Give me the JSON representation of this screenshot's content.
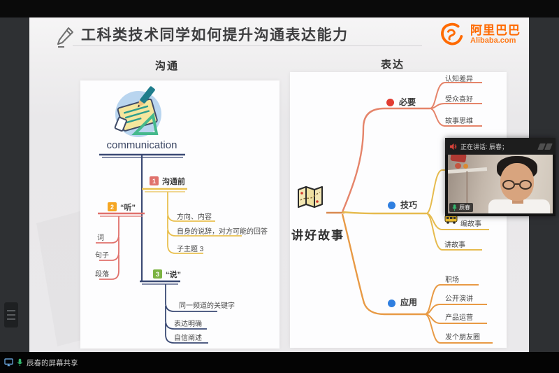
{
  "meeting": {
    "speaking_banner": "正在讲话: 辰春；",
    "speaker_badge": "辰春",
    "screen_share_label": "辰春的屏幕共享"
  },
  "slide": {
    "title": "工科类技术同学如何提升沟通表达能力",
    "logo": {
      "cn": "阿里巴巴",
      "en": "Alibaba.com"
    },
    "left_map": {
      "header": "沟通",
      "root_label": "communication",
      "branch1": {
        "badge": "1",
        "label": "沟通前",
        "child1": "方向、内容",
        "child2": "自身的说辞，对方可能的回答",
        "child3": "子主题 3"
      },
      "branch2": {
        "badge": "2",
        "label": "“听”",
        "child1": "词",
        "child2": "句子",
        "child3": "段落"
      },
      "branch3": {
        "badge": "3",
        "label": "“说”",
        "child1": "同一频道的关键字",
        "child2": "表达明确",
        "child3": "自信阐述"
      }
    },
    "right_map": {
      "header": "表达",
      "root_label": "讲好故事",
      "branch1": {
        "label": "必要",
        "child1": "认知差异",
        "child2": "受众喜好",
        "child3": "故事思维"
      },
      "branch2": {
        "label": "技巧",
        "child1": "编故事",
        "child2": "讲故事"
      },
      "branch3": {
        "label": "应用",
        "child1": "职场",
        "child2": "公开演讲",
        "child3": "产品运营",
        "child4": "发个朋友圈"
      }
    }
  },
  "colors": {
    "brand_orange": "#ff6a00",
    "branch_red": "#e0716c",
    "branch_yellow": "#e9c050",
    "branch_orange": "#e89a45",
    "branch_navy": "#3b4a74",
    "badge_red": "#e0716c",
    "badge_orange": "#f5a623",
    "badge_green": "#7cb342",
    "dot_red": "#e23c32",
    "dot_blue": "#2f7fe0",
    "mic_green": "#34b96f"
  }
}
